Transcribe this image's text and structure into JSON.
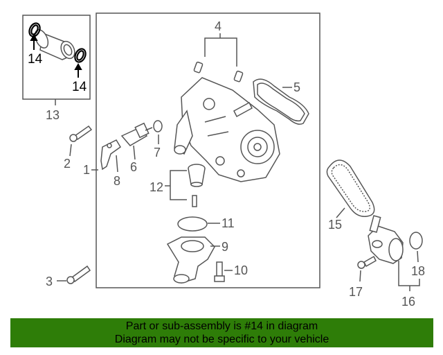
{
  "callouts": {
    "c1": "1",
    "c2": "2",
    "c3": "3",
    "c4": "4",
    "c5": "5",
    "c6": "6",
    "c7": "7",
    "c8": "8",
    "c9": "9",
    "c10": "10",
    "c11": "11",
    "c12": "12",
    "c13": "13",
    "c14a": "14",
    "c14b": "14",
    "c15": "15",
    "c16": "16",
    "c17": "17",
    "c18": "18"
  },
  "banner": {
    "line1": "Part or sub-assembly is #14 in diagram",
    "line2": "Diagram may not be specific to your vehicle",
    "color": "#2e7d08"
  },
  "colors": {
    "line": "#555555",
    "highlight": "#000000"
  }
}
